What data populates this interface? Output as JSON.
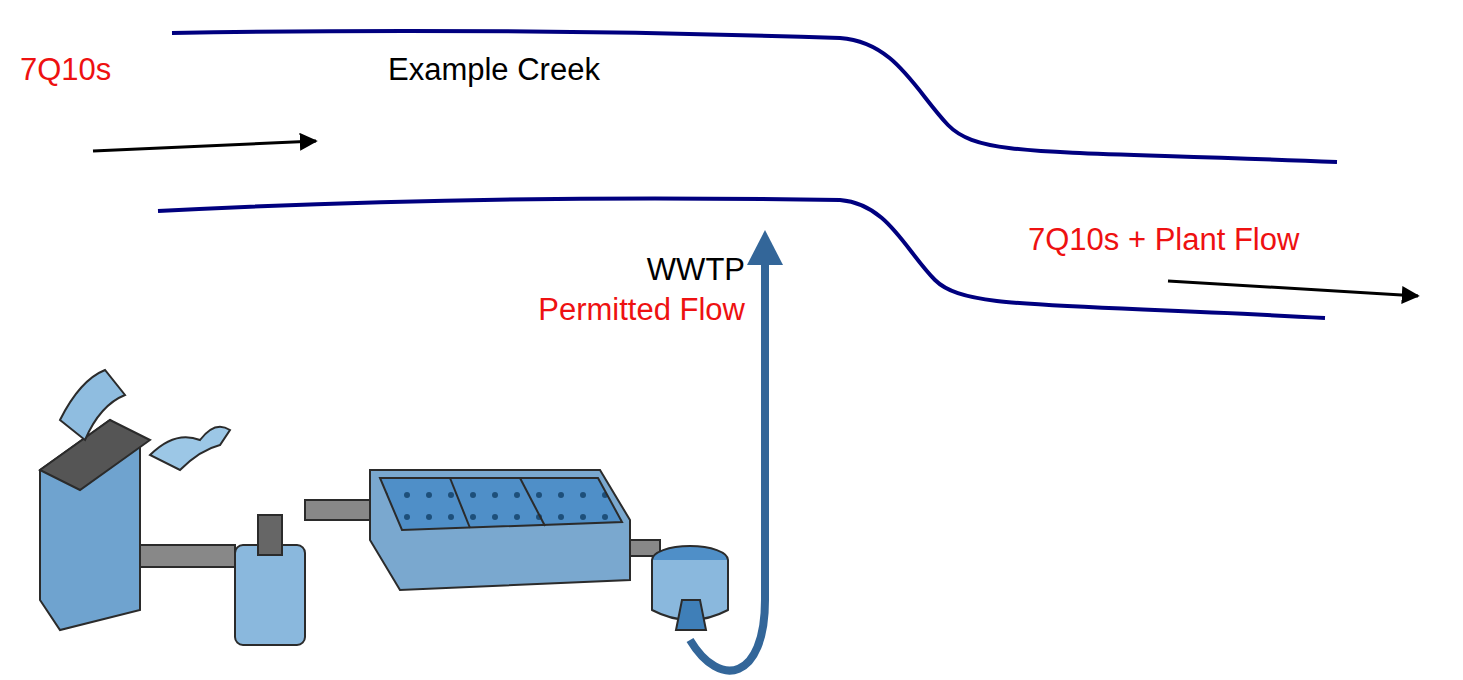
{
  "diagram": {
    "labels": [
      "7Q10s",
      "Example Creek",
      "7Q10s + Plant Flow",
      "WWTP",
      "Permitted Flow"
    ]
  }
}
